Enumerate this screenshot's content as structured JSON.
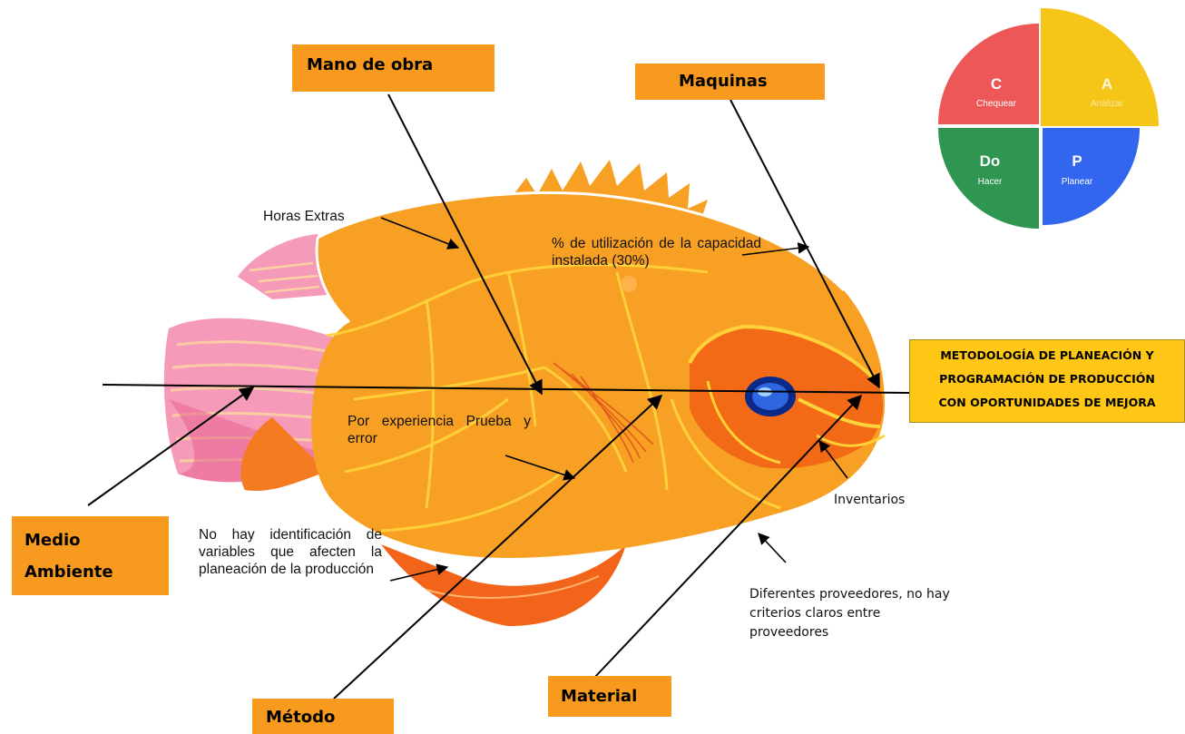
{
  "effect": {
    "lines": [
      "METODOLOGÍA DE PLANEACIÓN Y",
      "PROGRAMACIÓN DE PRODUCCIÓN",
      "CON OPORTUNIDADES DE MEJORA"
    ]
  },
  "categories": {
    "mano_de_obra": "Mano de obra",
    "maquinas": "Maquinas",
    "medio_ambiente": [
      "Medio",
      "Ambiente"
    ],
    "metodo": "Método",
    "material": "Material"
  },
  "causes": {
    "horas_extras": "Horas Extras",
    "capacidad": "% de utilización de la capacidad instalada (30%)",
    "experiencia": "Por experiencia Prueba y error",
    "variables": "No hay identificación de variables que afecten la planeación de la producción",
    "inventarios": "Inventarios",
    "proveedores": "Diferentes proveedores, no hay criterios claros entre proveedores"
  },
  "pdca": {
    "c": {
      "letter": "C",
      "word": "Chequear",
      "color": "#ee5757"
    },
    "a": {
      "letter": "A",
      "word": "Analizar",
      "color": "#f5c518"
    },
    "do": {
      "letter": "Do",
      "word": "Hacer",
      "color": "#2e9650"
    },
    "p": {
      "letter": "P",
      "word": "Planear",
      "color": "#3366ee"
    }
  },
  "colors": {
    "fish_body": "#f8a023",
    "fish_head": "#f26a16",
    "fish_outline": "#ffd23a",
    "tail_pink": "#f59ab8",
    "category_box": "#f79a1e",
    "effect_box": "#ffc715"
  }
}
